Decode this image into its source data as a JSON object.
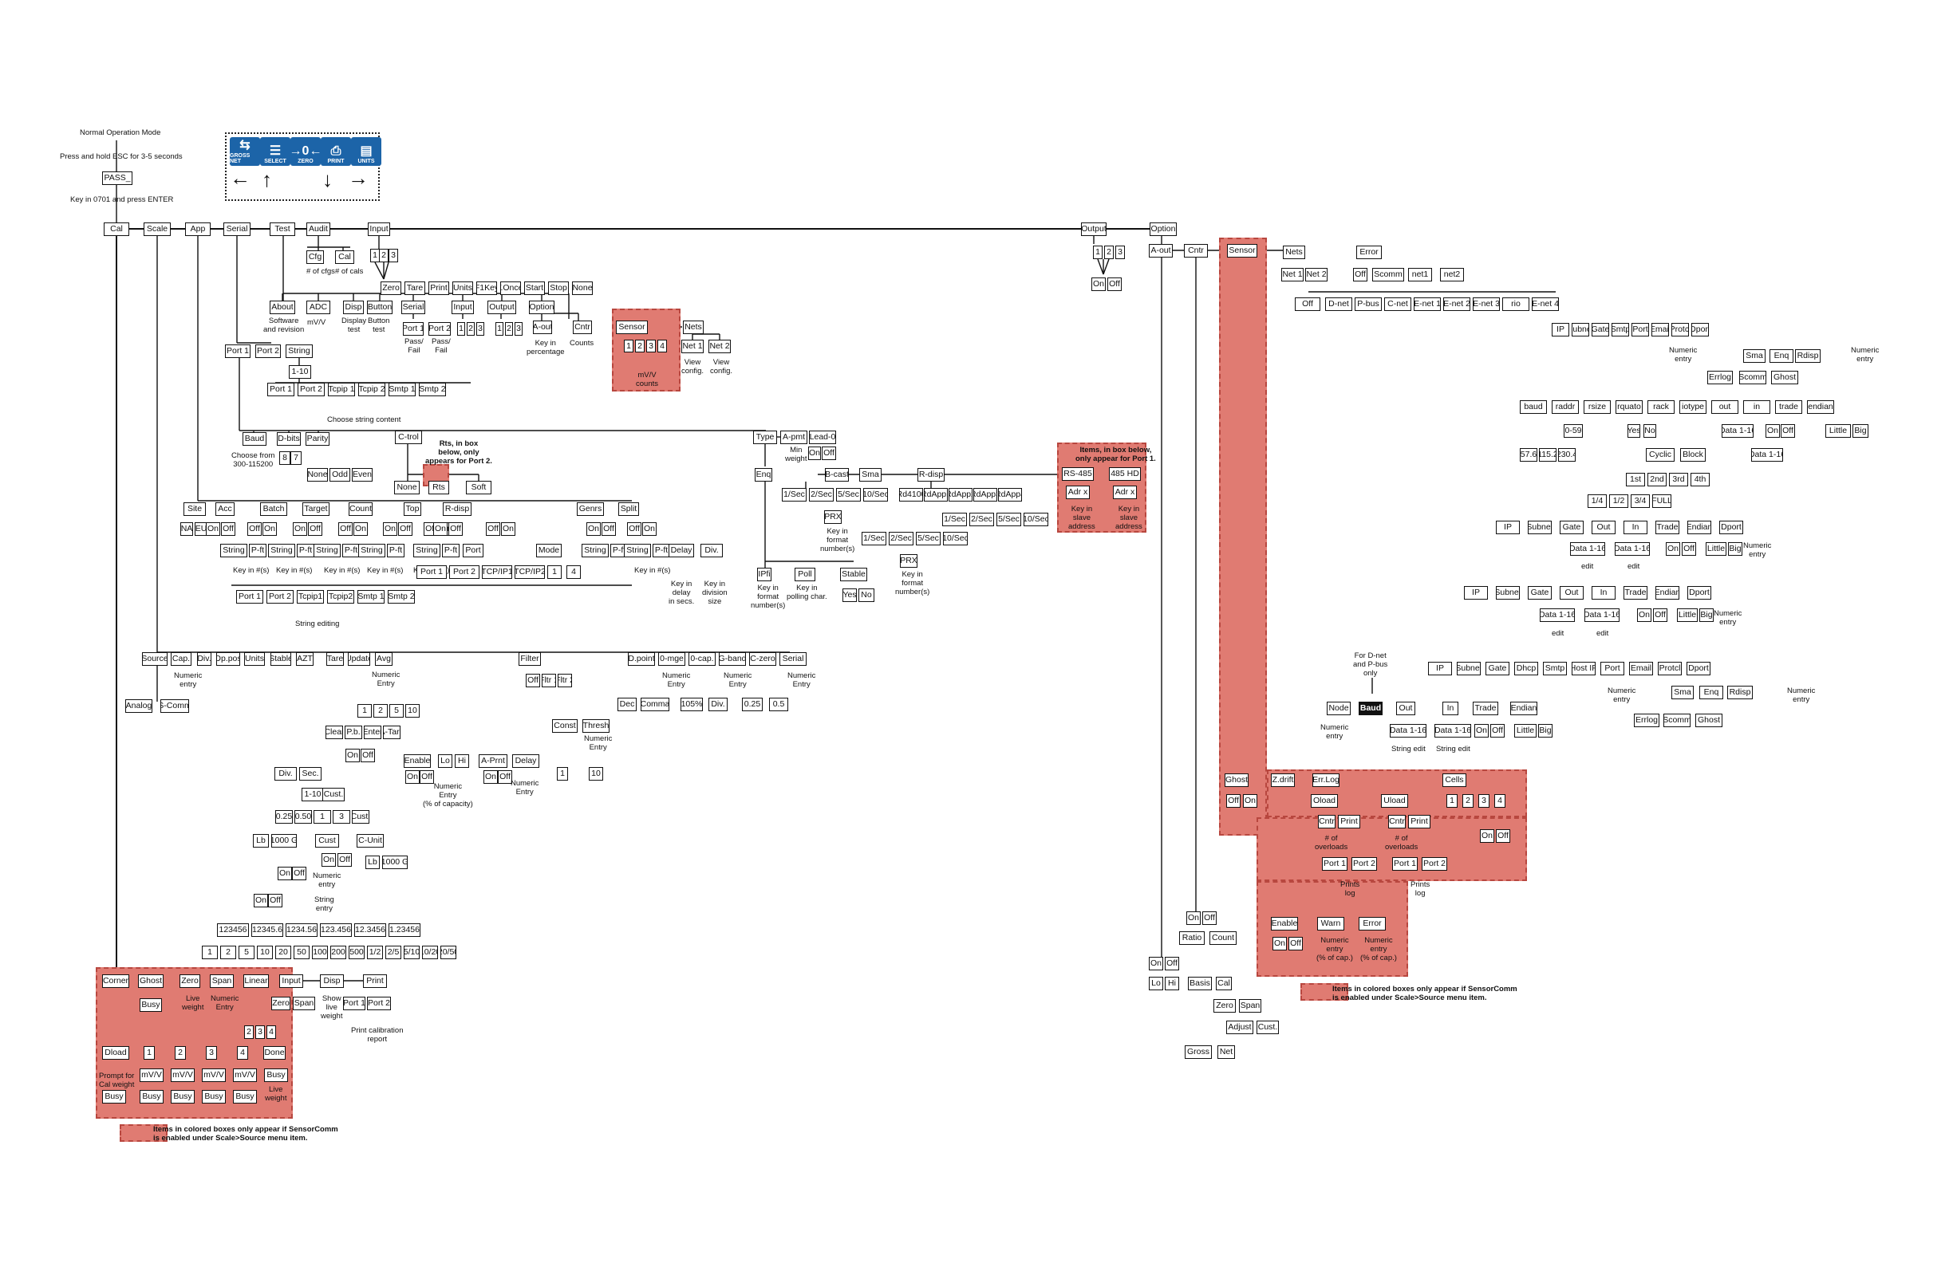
{
  "intro": {
    "mode": "Normal Operation Mode",
    "hold": "Press and hold ESC for 3-5 seconds",
    "pass": "PASS_",
    "keyin": "Key in 0701 and press ENTER"
  },
  "keys": [
    {
      "name": "GROSS NET",
      "glyph": "⇆"
    },
    {
      "name": "SELECT",
      "glyph": "☰"
    },
    {
      "name": "ZERO",
      "glyph": "→0←"
    },
    {
      "name": "PRINT",
      "glyph": "⎙"
    },
    {
      "name": "UNITS",
      "glyph": "▤"
    }
  ],
  "top_menu": [
    "Cal",
    "Scale",
    "App",
    "Serial",
    "Test",
    "Audit",
    "Input",
    "Output",
    "Option"
  ],
  "audit": {
    "cfg": "Cfg",
    "cal": "Cal",
    "cfg_note": "# of cfgs",
    "cal_note": "# of cals"
  },
  "input": {
    "nums": [
      "1",
      "2",
      "3"
    ],
    "funcs": [
      "Zero",
      "Tare",
      "Print",
      "Units",
      "F1Key",
      "T.Oncel",
      "Start",
      "Stop",
      "None"
    ]
  },
  "output": {
    "nums": [
      "1",
      "2",
      "3"
    ],
    "on": "On",
    "off": "Off"
  },
  "test": {
    "items": [
      "About",
      "ADC",
      "Disp",
      "Button",
      "Serial",
      "Input",
      "Output",
      "Option"
    ],
    "notes": {
      "about": "Software\nand revision",
      "adc": "mV/V",
      "disp": "Display\ntest",
      "button": "Button\ntest",
      "pass1": "Pass/\nFail",
      "pass2": "Pass/\nFail",
      "key_pct": "Key in\npercentage",
      "counts": "Counts"
    },
    "serial_ports": [
      "Port 1",
      "Port 2"
    ],
    "input_nums": [
      "1",
      "2",
      "3"
    ],
    "output_nums": [
      "1",
      "2",
      "3"
    ],
    "aout": "A-out",
    "cntr": "Cntr"
  },
  "test_sensor": {
    "sensor": "Sensor",
    "nums": [
      "1",
      "2",
      "3",
      "4"
    ],
    "note": "mV/V\ncounts",
    "nets": "Nets",
    "net1": "Net 1",
    "net2": "Net 2",
    "view1": "View\nconfig.",
    "view2": "View\nconfig."
  },
  "serial": {
    "ports": [
      "Port 1",
      "Port 2",
      "String"
    ],
    "range": "1-10",
    "string_targets": [
      "Port 1",
      "Port 2",
      "Tcpip 1",
      "Tcpip 2",
      "Smtp 1",
      "Smtp 2"
    ],
    "choose_note": "Choose string content",
    "baud": "Baud",
    "dbits": "D-bits",
    "parity": "Parity",
    "ctrol": "C-trol",
    "baud_note": "Choose from\n300-115200",
    "dbits_opts": [
      "8",
      "7"
    ],
    "parity_opts": [
      "None",
      "Odd",
      "Even"
    ],
    "ctrol_opts": [
      "None",
      "Rts",
      "Soft"
    ],
    "rts_note": "Rts, in box\nbelow, only\nappears for Port 2."
  },
  "app": {
    "site": "Site",
    "site_opts": [
      "NA",
      "EU"
    ],
    "items": [
      "Acc",
      "Batch",
      "Target",
      "Count",
      "Top",
      "R-disp",
      "Genrs",
      "Split"
    ],
    "onoff": [
      "On",
      "Off"
    ],
    "string": "String",
    "pft": "P-ft",
    "key_in": "Key in #(s)",
    "port": "Port",
    "mode": "Mode",
    "port_opts": [
      "Port 1",
      "Port 2",
      "TCP/IP1",
      "TCP/IP2"
    ],
    "mode_opts": [
      "1",
      "4"
    ],
    "delay": "Delay",
    "div": "Div.",
    "delay_note": "Key in\ndelay\nin secs.",
    "div_note": "Key in\ndivision\nsize",
    "string_edit": [
      "Port 1",
      "Port 2",
      "Tcpip1",
      "Tcpip2",
      "Smtp 1",
      "Smtp 2"
    ],
    "string_editing": "String editing"
  },
  "serial_type": {
    "type": "Type",
    "apmt": "A-pmt",
    "lead0": "Lead-0",
    "min_note": "Min\nweight",
    "onoff": [
      "On",
      "Off"
    ],
    "enq": "Enq",
    "bcast": "B-cast",
    "sma": "Sma",
    "rdisp": "R-disp",
    "rates": [
      "1/Sec",
      "2/Sec",
      "5/Sec",
      "10/Sec"
    ],
    "prx": "PRX",
    "key_fmt": "Key in\nformat\nnumber(s)",
    "rd_opts": [
      "Rd4100",
      "RdApp1",
      "RdApp2",
      "RdApp3",
      "RdApp4"
    ],
    "rd_rates": [
      "1/Sec",
      "2/Sec",
      "5/Sec",
      "10/Sec"
    ],
    "rd_rates2": [
      "1/Sec",
      "2/Sec",
      "5/Sec",
      "10/Sec"
    ],
    "prx2": "PRX",
    "key_fmt2": "Key in\nformat\nnumber(s)",
    "ipfi": "IPfi",
    "poll": "Poll",
    "stable": "Stable",
    "yesno": [
      "Yes",
      "No"
    ],
    "ipfi_note": "Key in\nformat\nnumber(s)",
    "poll_note": "Key in\npolling char."
  },
  "port1_zone": {
    "title": "Items, in box below,\nonly appear for Port 1.",
    "rs485": "RS-485",
    "hd485": "485 HD",
    "adr": "Adr x",
    "adr2": "Adr x",
    "note1": "Key in\nslave\naddress",
    "note2": "Key in\nslave\naddress"
  },
  "scale": {
    "items": [
      "Source",
      "Cap.",
      "Div.",
      "Dp.pos",
      "Units",
      "Stable",
      "AZT",
      "Tare",
      "Update",
      "Avg",
      "Filter"
    ],
    "source_opts": [
      "Analog",
      "S-Comm"
    ],
    "cap_note": "Numeric\nentry",
    "avg_note": "Numeric\nEntry",
    "avg_opts": [
      "1",
      "2",
      "5",
      "10"
    ],
    "tare_opts": [
      "Clear",
      "P.b.",
      "Enter",
      "A-Tare"
    ],
    "tare_onoff": [
      "On",
      "Off"
    ],
    "enable": "Enable",
    "lo": "Lo",
    "hi": "Hi",
    "aprnt": "A-Prnt",
    "delay": "Delay",
    "lo_note": "Numeric\nEntry\n(% of capacity)",
    "delay_note": "Numeric\nEntry",
    "filter_opts": [
      "Off",
      "Fltr 1",
      "Fltr 2"
    ],
    "const": "Const",
    "thresh": "Thresh",
    "thresh_note": "Numeric\nEntry",
    "const_range": [
      "1",
      "10"
    ],
    "div": "Div.",
    "sec": "Sec.",
    "sec_range": "1-10",
    "cust": "Cust.",
    "div_opts": [
      "0.25",
      "0.50",
      "1",
      "3",
      "Cust."
    ],
    "lb": "Lb",
    "g1000": "1000 G",
    "cust2": "Cust",
    "cunit": "C-Unit",
    "cust_note": "Numeric\nentry",
    "string_note": "String\nentry",
    "lb2": "Lb",
    "g1000b": "1000 G",
    "dp_opts": [
      "123456",
      "12345.6",
      "1234.56",
      "123.456",
      "12.3456",
      "1.23456"
    ],
    "div_list": [
      "1",
      "2",
      "5",
      "10",
      "20",
      "50",
      "100",
      "200",
      "500",
      "1/2",
      "2/5",
      "5/10",
      "10/20",
      "20/50"
    ],
    "onoff": [
      "On",
      "Off"
    ]
  },
  "dpoint": {
    "items": [
      "D.point",
      "0-mge",
      "0-cap.",
      "G-band",
      "C-zero",
      "Serial"
    ],
    "dec": "Dec",
    "comma": "Comma",
    "p105": "105%",
    "div": "Div.",
    "q25": "0.25",
    "q5": "0.5",
    "num1": "Numeric\nEntry",
    "num2": "Numeric\nEntry",
    "num3": "Numeric\nEntry"
  },
  "cal": {
    "corner": "Corner",
    "ghost": "Ghost",
    "busy": "Busy",
    "zero": "Zero",
    "span": "Span",
    "linear": "Linear",
    "input": "Input",
    "disp": "Disp",
    "print": "Print",
    "live_note": "Live\nweight",
    "span_note": "Numeric\nEntry",
    "zero2": "Zero",
    "span2": "Span",
    "show_note": "Show\nlive\nweight",
    "ports": [
      "Port 1",
      "Port 2"
    ],
    "print_note": "Print calibration\nreport",
    "lin_nums": [
      "2",
      "3",
      "4"
    ],
    "dload": "Dload",
    "load_nums": [
      "1",
      "2",
      "3",
      "4"
    ],
    "done": "Done",
    "mvv": "mV/V",
    "prompt": "Prompt for\nCal weight",
    "live": "Live\nweight"
  },
  "legend_left": "Items in colored boxes only appear if SensorComm\nis enabled under Scale>Source menu item.",
  "legend_right": "Items in colored boxes only appear if SensorComm\nis enabled under Scale>Source menu item.",
  "option": {
    "aout": "A-out",
    "cntr": "Cntr",
    "sensor": "Sensor",
    "nets": "Nets",
    "error": "Error",
    "net_opts": [
      "Net 1",
      "Net 2"
    ],
    "err_opts": [
      "Off",
      "Scomm",
      "net1",
      "net2"
    ],
    "off": "Off",
    "net_types": [
      "D-net",
      "P-bus",
      "C-net",
      "E-net 1",
      "E-net 2",
      "E-net 3",
      "rio",
      "E-net 4"
    ],
    "enet4": [
      "IP",
      "Subnet",
      "Gate",
      "Smtp",
      "Port",
      "Email",
      "Protcl",
      "Dport"
    ],
    "enet4_num": "Numeric\nentry",
    "enet4_num2": "Numeric\nentry",
    "protcl_opts": [
      "Sma",
      "Enq",
      "Rdisp"
    ],
    "email_opts": [
      "Errlog",
      "Scomm",
      "Ghost"
    ],
    "rio": [
      "baud",
      "raddr",
      "rsize",
      "rquato",
      "rack",
      "iotype",
      "out",
      "in",
      "trade",
      "endian"
    ],
    "baud_opts": [
      "57.6",
      "115.2",
      "230.4"
    ],
    "raddr_opt": "0-59",
    "rsize": [
      "1/4",
      "1/2",
      "3/4",
      "FULL"
    ],
    "rquato": [
      "1st",
      "2nd",
      "3rd",
      "4th"
    ],
    "rack_opts": [
      "Yes",
      "No"
    ],
    "iotype": [
      "Cyclic",
      "Block"
    ],
    "data116": "Data 1-16",
    "onoff": [
      "On",
      "Off"
    ],
    "lb": [
      "Little",
      "Big"
    ],
    "enet3": [
      "IP",
      "Subnet",
      "Gate",
      "Out",
      "In",
      "Trade",
      "Endian",
      "Dport"
    ],
    "enet2": [
      "IP",
      "Subnet",
      "Gate",
      "Out",
      "In",
      "Trade",
      "Endian",
      "Dport"
    ],
    "enet1": [
      "IP",
      "Subnet",
      "Gate",
      "Dhcp",
      "Smtp",
      "Host IP",
      "Port",
      "Email",
      "Protcl",
      "Dport"
    ],
    "edit": "edit",
    "numeric": "Numeric\nentry",
    "dnet_note": "For D-net\nand P-bus\nonly",
    "node": "Node",
    "baud": "Baud",
    "out": "Out",
    "in": "In",
    "trade": "Trade",
    "endian": "Endian",
    "node_note": "Numeric\nentry",
    "string_edit": "String edit",
    "ghost": "Ghost",
    "zdrift": "Z.drift",
    "errlog": "Err.Log",
    "cells": "Cells",
    "oload": "Oload",
    "uload": "Uload",
    "cntr2": "Cntr",
    "print": "Print",
    "ovl_note": "# of\noverloads",
    "prints_log": "Prints\nlog",
    "enable": "Enable",
    "warn": "Warn",
    "err": "Error",
    "warn_note": "Numeric\nentry\n(% of cap.)",
    "err_note": "Numeric\nentry\n(% of cap.)",
    "cell_nums": [
      "1",
      "2",
      "3",
      "4"
    ],
    "ratio": "Ratio",
    "count": "Count",
    "lo": "Lo",
    "hi": "Hi",
    "basis": "Basis",
    "cal": "Cal",
    "zero": "Zero",
    "span": "Span",
    "adjust": "Adjust",
    "cust": "Cust.",
    "gross": "Gross",
    "net": "Net"
  }
}
